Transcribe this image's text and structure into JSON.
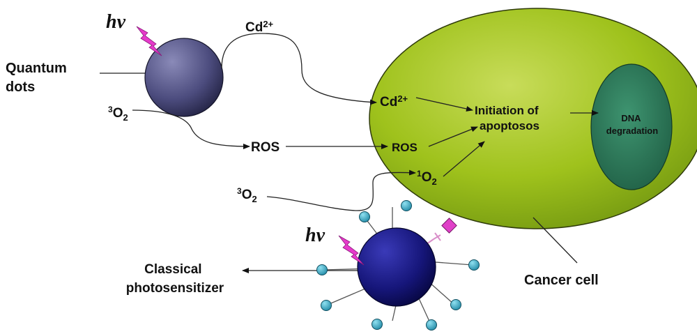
{
  "labels": {
    "hv_top": "hv",
    "hv_bottom": "hv",
    "quantum_dots_line1": "Quantum",
    "quantum_dots_line2": "dots",
    "cd_top_base": "Cd",
    "cd_top_sup": "2+",
    "cd_cell_base": "Cd",
    "cd_cell_sup": "2+",
    "o2_top_sup": "3",
    "o2_top_base": "O",
    "o2_top_sub": "2",
    "o2_bottom_sup": "3",
    "o2_bottom_base": "O",
    "o2_bottom_sub": "2",
    "ros_outside": "ROS",
    "ros_inside": "ROS",
    "singlet_o2_sup": "1",
    "singlet_o2_base": "O",
    "singlet_o2_sub": "2",
    "initiation_line1": "Initiation of",
    "initiation_line2": "apoptosos",
    "dna_line1": "DNA",
    "dna_line2": "degradation",
    "classical_line1": "Classical",
    "classical_line2": "photosensitizer",
    "cancer_cell": "Cancer cell"
  },
  "colors": {
    "cell_fill": "#9cc21a",
    "cell_stroke": "#2e3a0a",
    "nucleus_fill": "#2f7d5a",
    "qd_fill": "#4a4a78",
    "ps_fill": "#1a1a7a",
    "bead_fill": "#2fa3bf",
    "bolt": "#e63acb",
    "ligand": "#d93fc7"
  },
  "icons": {
    "light_top": "lightning-bolt-icon",
    "light_bottom": "lightning-bolt-icon"
  }
}
